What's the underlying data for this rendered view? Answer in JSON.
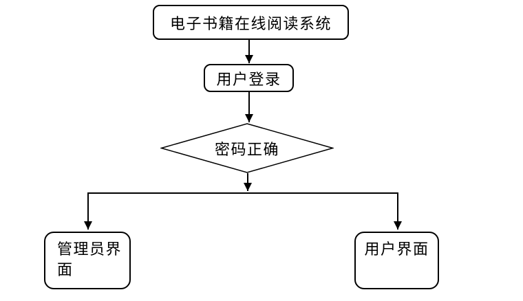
{
  "diagram": {
    "background_color": "#ffffff",
    "line_color": "#000000",
    "text_color": "#000000",
    "nodes": [
      {
        "id": "system",
        "type": "rounded-rectangle",
        "label": "电子书籍在线阅读系统"
      },
      {
        "id": "login",
        "type": "rounded-rectangle",
        "label": "用户登录"
      },
      {
        "id": "password-check",
        "type": "decision-diamond",
        "label": "密码正确"
      },
      {
        "id": "admin-ui",
        "type": "rounded-rectangle",
        "label": "管理员界面"
      },
      {
        "id": "user-ui",
        "type": "rounded-rectangle",
        "label": "用户界面"
      }
    ],
    "edges": [
      {
        "from": "system",
        "to": "login"
      },
      {
        "from": "login",
        "to": "password-check"
      },
      {
        "from": "password-check",
        "to": "admin-ui"
      },
      {
        "from": "password-check",
        "to": "user-ui"
      }
    ]
  }
}
